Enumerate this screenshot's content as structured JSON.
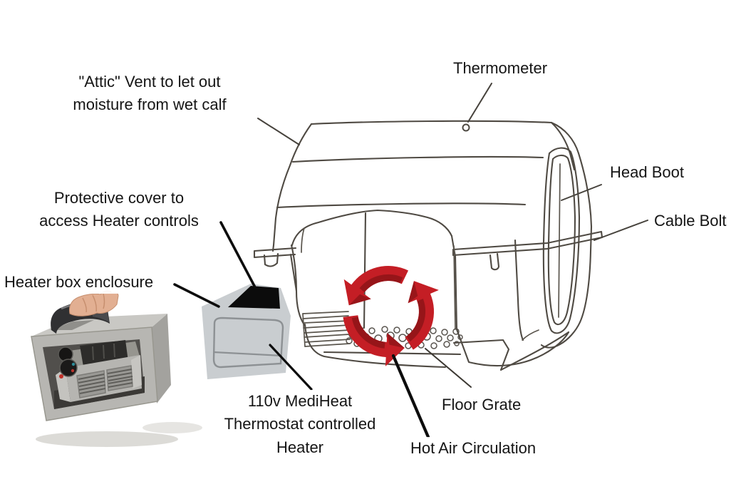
{
  "diagram": {
    "subject": "Calf warmer parts diagram",
    "labels": {
      "attic_vent": "\"Attic\" Vent to let out\nmoisture from wet calf",
      "thermometer": "Thermometer",
      "head_boot": "Head Boot",
      "cable_bolt": "Cable Bolt",
      "protective_cover": "Protective cover to\naccess Heater controls",
      "heater_box_enclosure": "Heater box enclosure",
      "heater_unit": "110v MediHeat\nThermostat controlled\nHeater",
      "floor_grate": "Floor Grate",
      "hot_air_circulation": "Hot Air Circulation"
    },
    "colors": {
      "background": "#ffffff",
      "label_text": "#151515",
      "leader_line_black": "#0d0d0d",
      "sketch_line": "#4f4a43",
      "arrow_red": "#c41e25",
      "arrow_red_dark": "#8e1418",
      "enclosure_panel_gray": "#c9cdd0",
      "cover_flap_black": "#0c0c0c"
    }
  }
}
